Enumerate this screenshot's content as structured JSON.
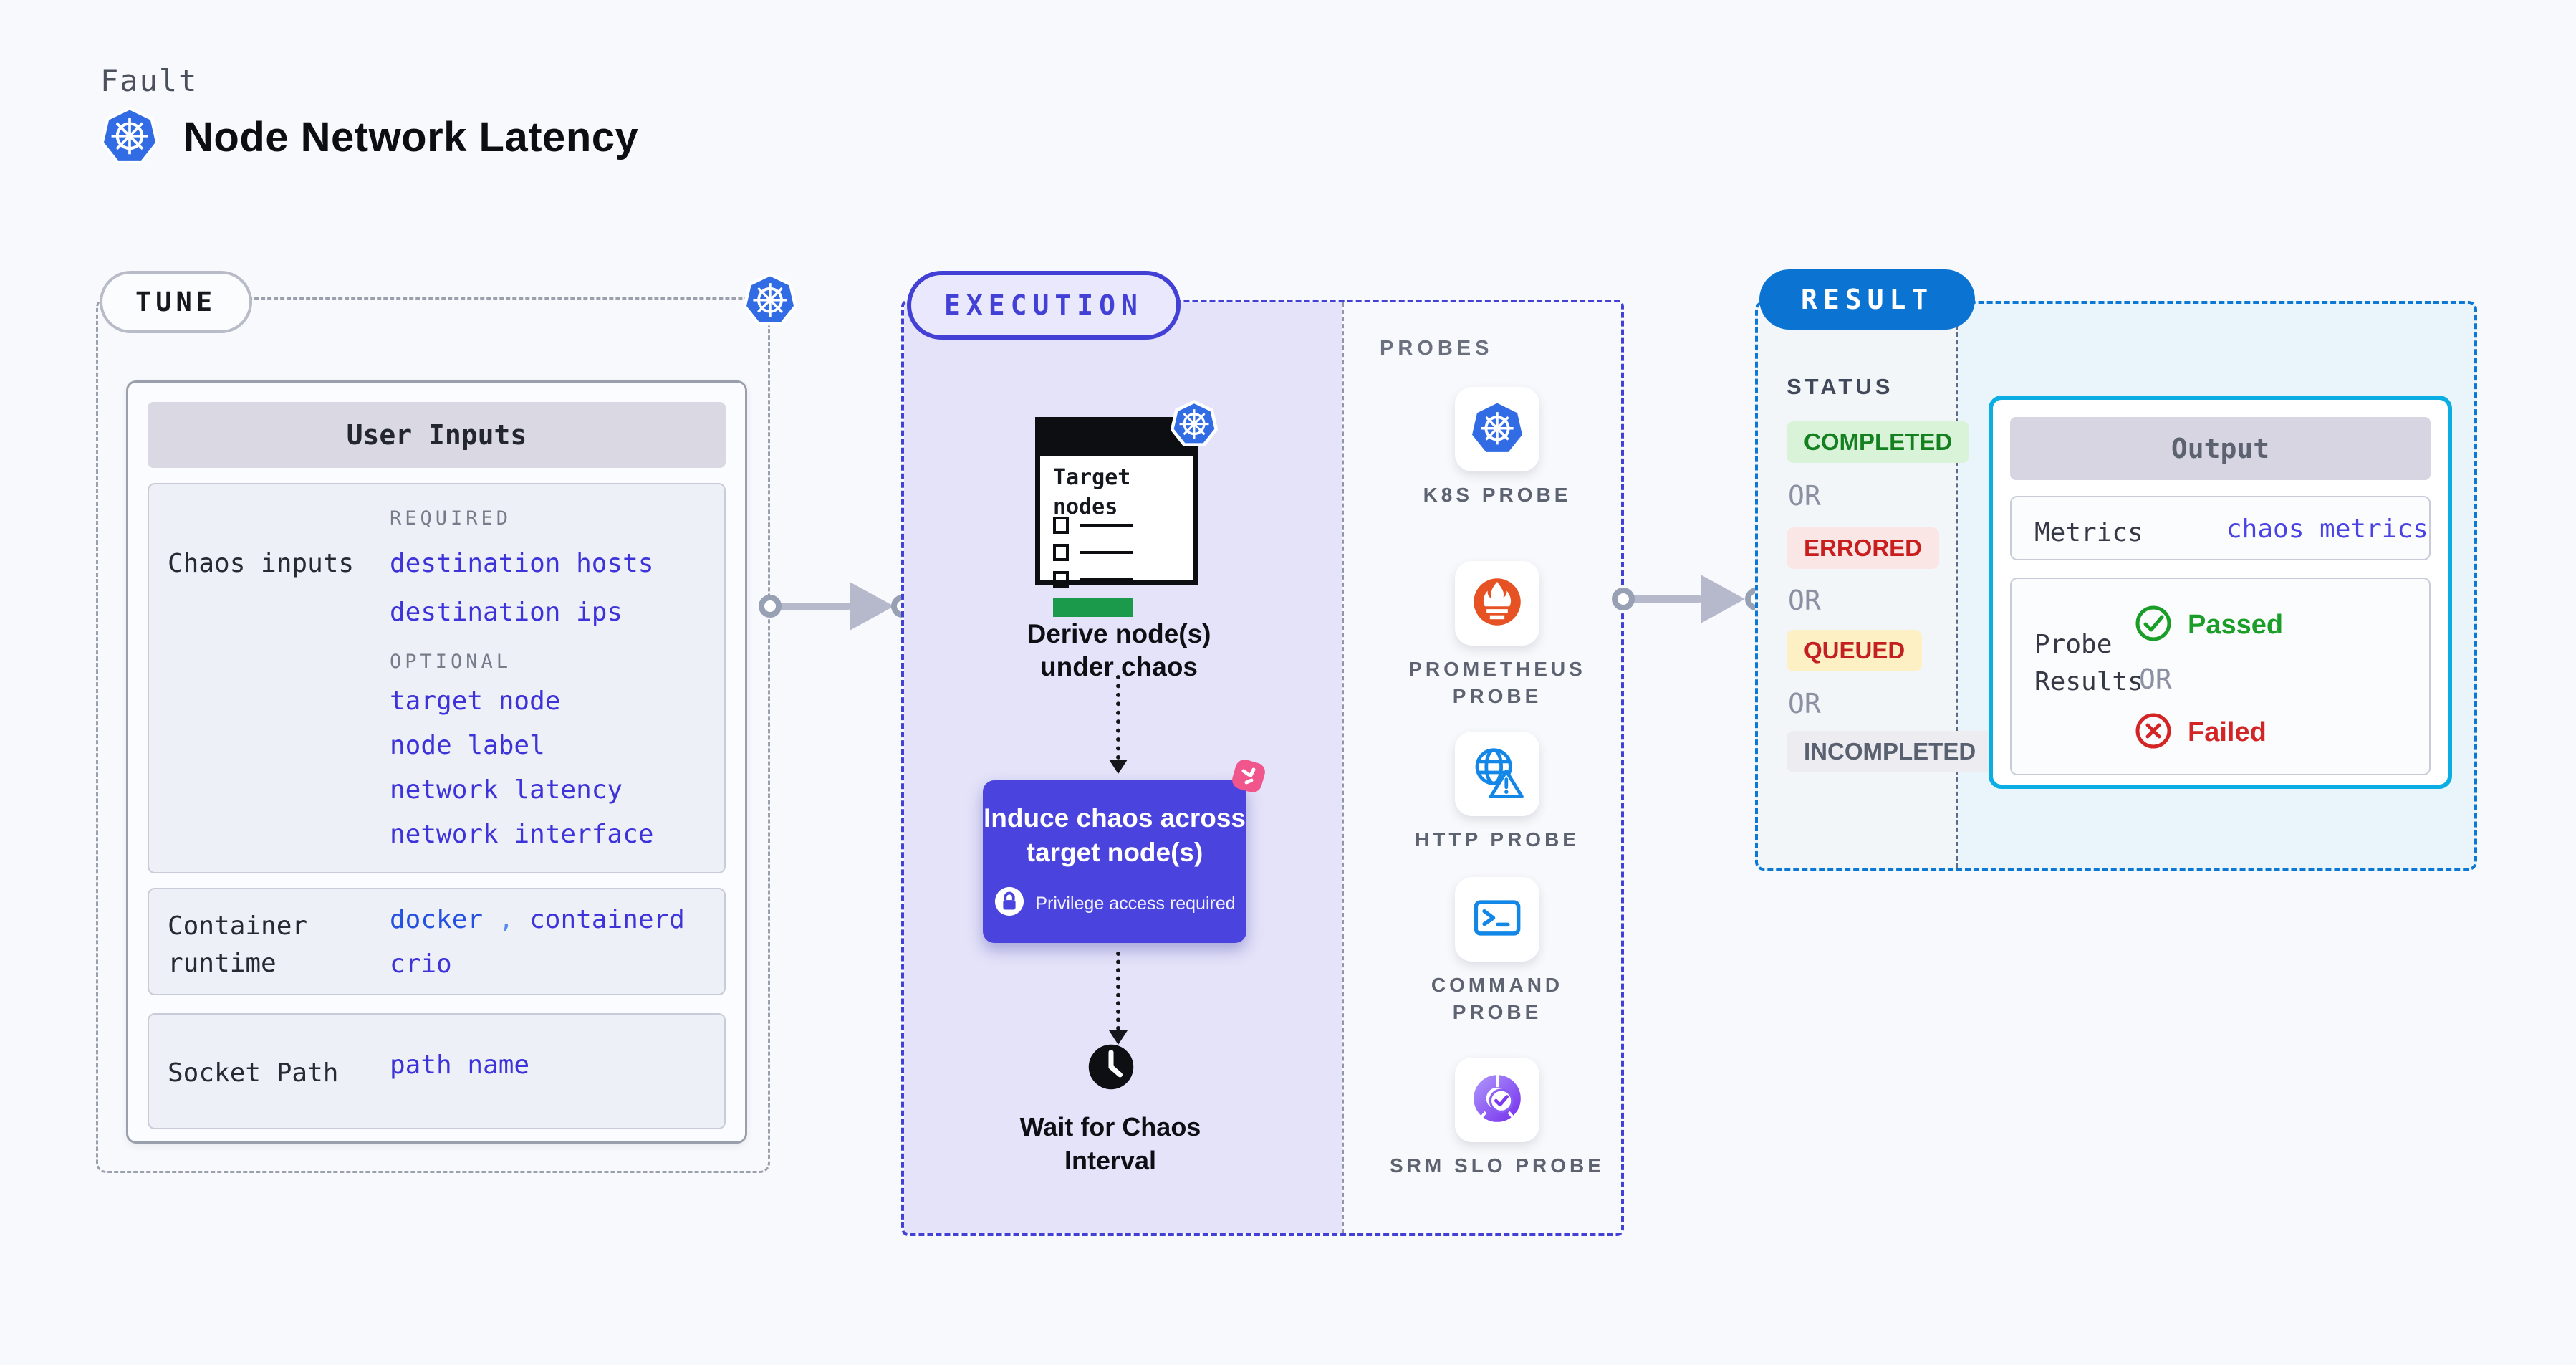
{
  "page": {
    "kind": "Fault",
    "title": "Node Network Latency"
  },
  "tune": {
    "badge": "TUNE",
    "card_title": "User Inputs",
    "chaos": {
      "label": "Chaos inputs",
      "required_heading": "REQUIRED",
      "required_items": [
        "destination hosts",
        "destination ips"
      ],
      "optional_heading": "OPTIONAL",
      "optional_items": [
        "target node",
        "node label",
        "network latency",
        "network interface"
      ]
    },
    "runtime": {
      "label": "Container runtime",
      "value1": "docker",
      "separator": ",",
      "value2": "containerd",
      "value3": "crio"
    },
    "socket": {
      "label": "Socket Path",
      "value": "path name"
    }
  },
  "execution": {
    "badge": "EXECUTION",
    "target_doc_title": "Target nodes",
    "derive_line1": "Derive node(s)",
    "derive_line2": "under chaos",
    "induce_line1": "Induce chaos across",
    "induce_line2": "target node(s)",
    "privilege_note": "Privilege access required",
    "wait_line1": "Wait for Chaos",
    "wait_line2": "Interval"
  },
  "probes": {
    "heading": "PROBES",
    "items": [
      {
        "label": "K8S PROBE",
        "icon": "kubernetes-icon"
      },
      {
        "label": "PROMETHEUS PROBE",
        "icon": "prometheus-icon"
      },
      {
        "label": "HTTP PROBE",
        "icon": "http-globe-icon"
      },
      {
        "label": "COMMAND PROBE",
        "icon": "terminal-icon"
      },
      {
        "label": "SRM SLO PROBE",
        "icon": "slo-gauge-icon"
      }
    ]
  },
  "result": {
    "badge": "RESULT",
    "status_heading": "STATUS",
    "or": "OR",
    "statuses": [
      {
        "label": "COMPLETED",
        "fg": "#15801f",
        "bg": "#d9f3d9"
      },
      {
        "label": "ERRORED",
        "fg": "#c81e1e",
        "bg": "#fbe6e6"
      },
      {
        "label": "QUEUED",
        "fg": "#c32121",
        "bg": "#fdf0c5"
      },
      {
        "label": "INCOMPLETED",
        "fg": "#59606f",
        "bg": "#ececf1"
      }
    ],
    "output": {
      "title": "Output",
      "metrics_label": "Metrics",
      "metrics_value": "chaos metrics",
      "probe_results_label": "Probe Results",
      "passed": "Passed",
      "failed": "Failed"
    }
  },
  "colors": {
    "accent_indigo": "#4340d6",
    "accent_blue": "#0b74d2",
    "accent_cyan": "#0aaee3",
    "lavender_bg": "#e4e3f9",
    "link": "#3d33d9",
    "passed_green": "#1a9e28",
    "failed_red": "#d32525",
    "litmus_pink": "#f0568c"
  }
}
